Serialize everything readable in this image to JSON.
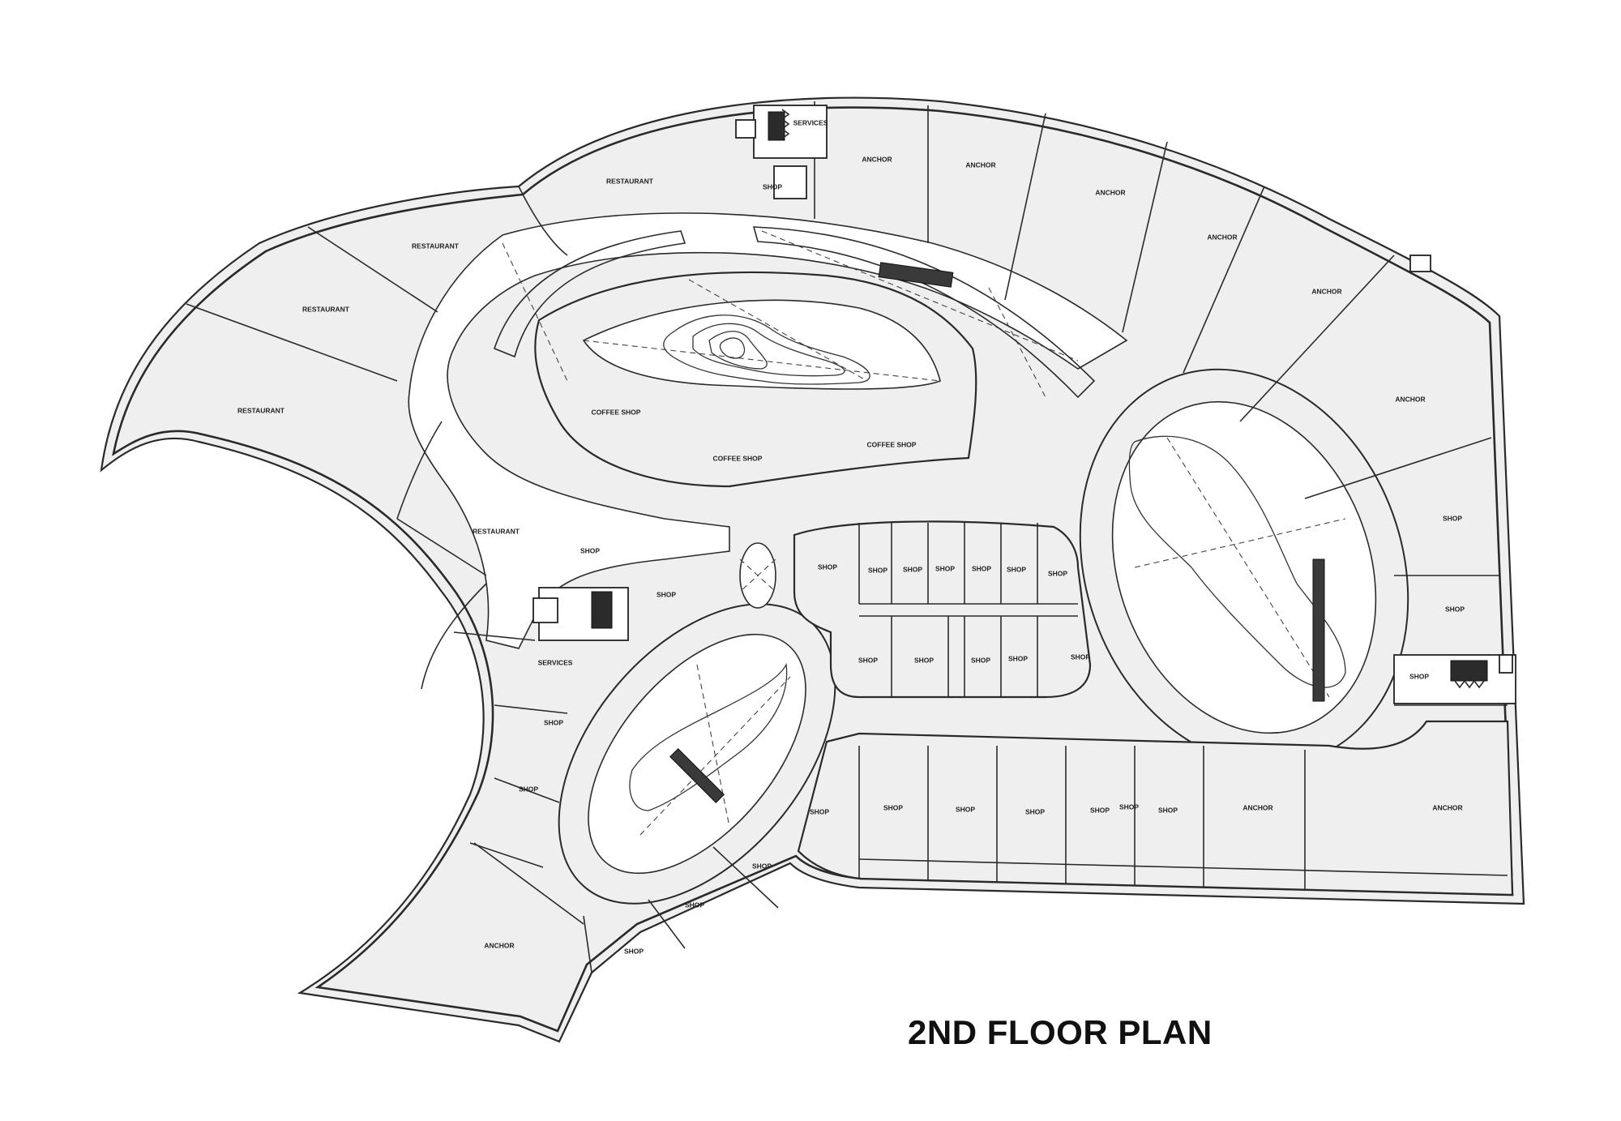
{
  "title": "2ND FLOOR PLAN",
  "colors": {
    "unit_fill": "#efefef",
    "line": "#2a2a2a",
    "corridor": "#ffffff"
  },
  "labels": {
    "services_top": "SERVICES",
    "shop_top": "SHOP",
    "restaurant_1": "RESTAURANT",
    "restaurant_2": "RESTAURANT",
    "restaurant_3": "RESTAURANT",
    "restaurant_4": "RESTAURANT",
    "restaurant_5": "RESTAURANT",
    "anchor_1": "ANCHOR",
    "anchor_2": "ANCHOR",
    "anchor_3": "ANCHOR",
    "anchor_4": "ANCHOR",
    "anchor_5": "ANCHOR",
    "anchor_6": "ANCHOR",
    "anchor_7": "ANCHOR",
    "anchor_8": "ANCHOR",
    "anchor_9": "ANCHOR",
    "coffee_1": "COFFEE SHOP",
    "coffee_2": "COFFEE SHOP",
    "coffee_3": "COFFEE SHOP",
    "services_left": "SERVICES",
    "shop_left_a": "SHOP",
    "shop_left_b": "SHOP",
    "shop_left_c": "SHOP",
    "shop_left_d": "SHOP",
    "shop_c1": "SHOP",
    "shop_c2": "SHOP",
    "shop_c3": "SHOP",
    "shop_c4": "SHOP",
    "shop_c5": "SHOP",
    "shop_c6": "SHOP",
    "shop_c7": "SHOP",
    "shop_c8": "SHOP",
    "shop_c9": "SHOP",
    "shop_c10": "SHOP",
    "shop_c11": "SHOP",
    "shop_c12": "SHOP",
    "shop_c13": "SHOP",
    "shop_r1": "SHOP",
    "shop_r2": "SHOP",
    "shop_r3": "SHOP",
    "shop_b1": "SHOP",
    "shop_b2": "SHOP",
    "shop_b3": "SHOP",
    "shop_b4": "SHOP",
    "shop_b5": "SHOP",
    "shop_b6": "SHOP",
    "shop_s1": "SHOP",
    "shop_s2": "SHOP",
    "shop_s3": "SHOP"
  }
}
